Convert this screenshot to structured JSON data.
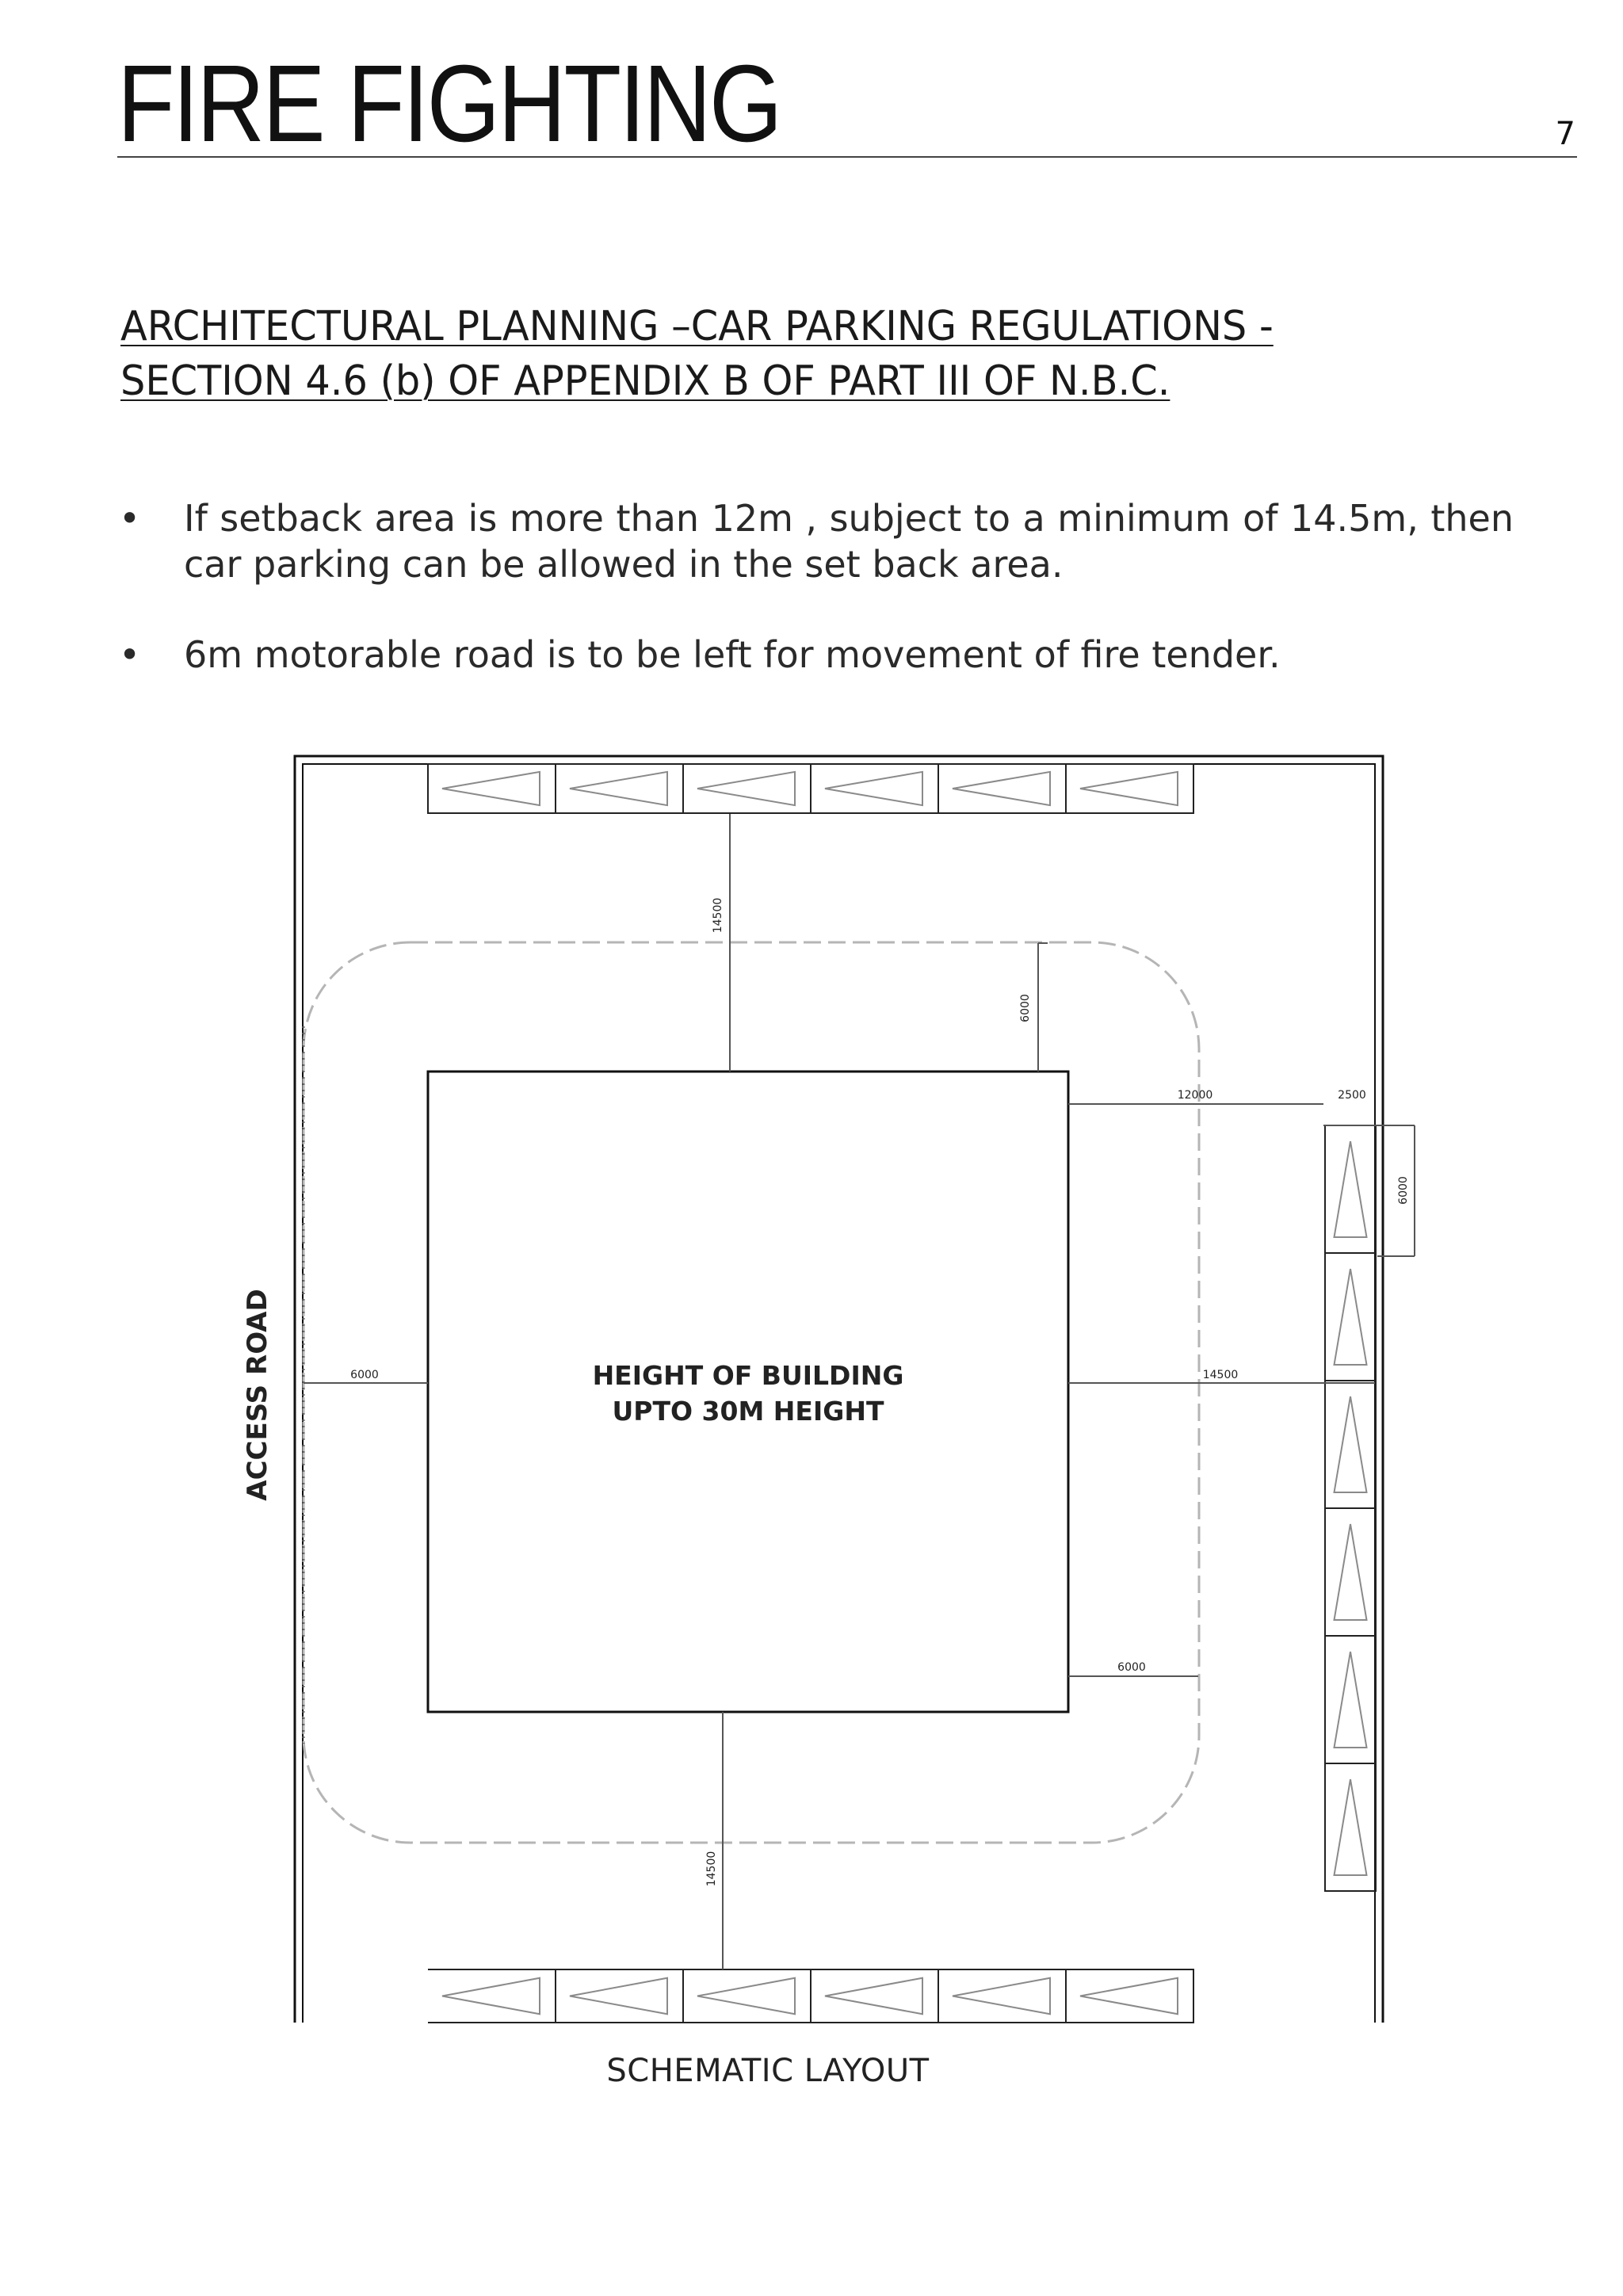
{
  "header": {
    "title": "FIRE FIGHTING",
    "page_number": "7"
  },
  "section": {
    "heading_line1": "ARCHITECTURAL PLANNING –CAR PARKING REGULATIONS -",
    "heading_line2": "SECTION 4.6 (b) OF APPENDIX B OF PART III OF N.B.C."
  },
  "bullets": [
    {
      "marker": "•",
      "text": "If setback area is more than 12m , subject to a minimum of 14.5m, then car parking can be allowed in the set back area."
    },
    {
      "marker": "•",
      "text": "6m motorable road is to be left  for movement of fire tender."
    }
  ],
  "schematic": {
    "access_road_label": "ACCESS ROAD",
    "building_label_line1": "HEIGHT OF BUILDING",
    "building_label_line2": "UPTO 30M HEIGHT",
    "dimensions": {
      "top_setback": "14500",
      "top_road": "6000",
      "right_setback_top": "12000",
      "parking_depth": "2500",
      "parking_bay_length": "6000",
      "left_road": "6000",
      "right_setback_mid": "14500",
      "right_road_bottom": "6000",
      "bottom_setback": "14500"
    },
    "caption": "SCHEMATIC LAYOUT"
  }
}
